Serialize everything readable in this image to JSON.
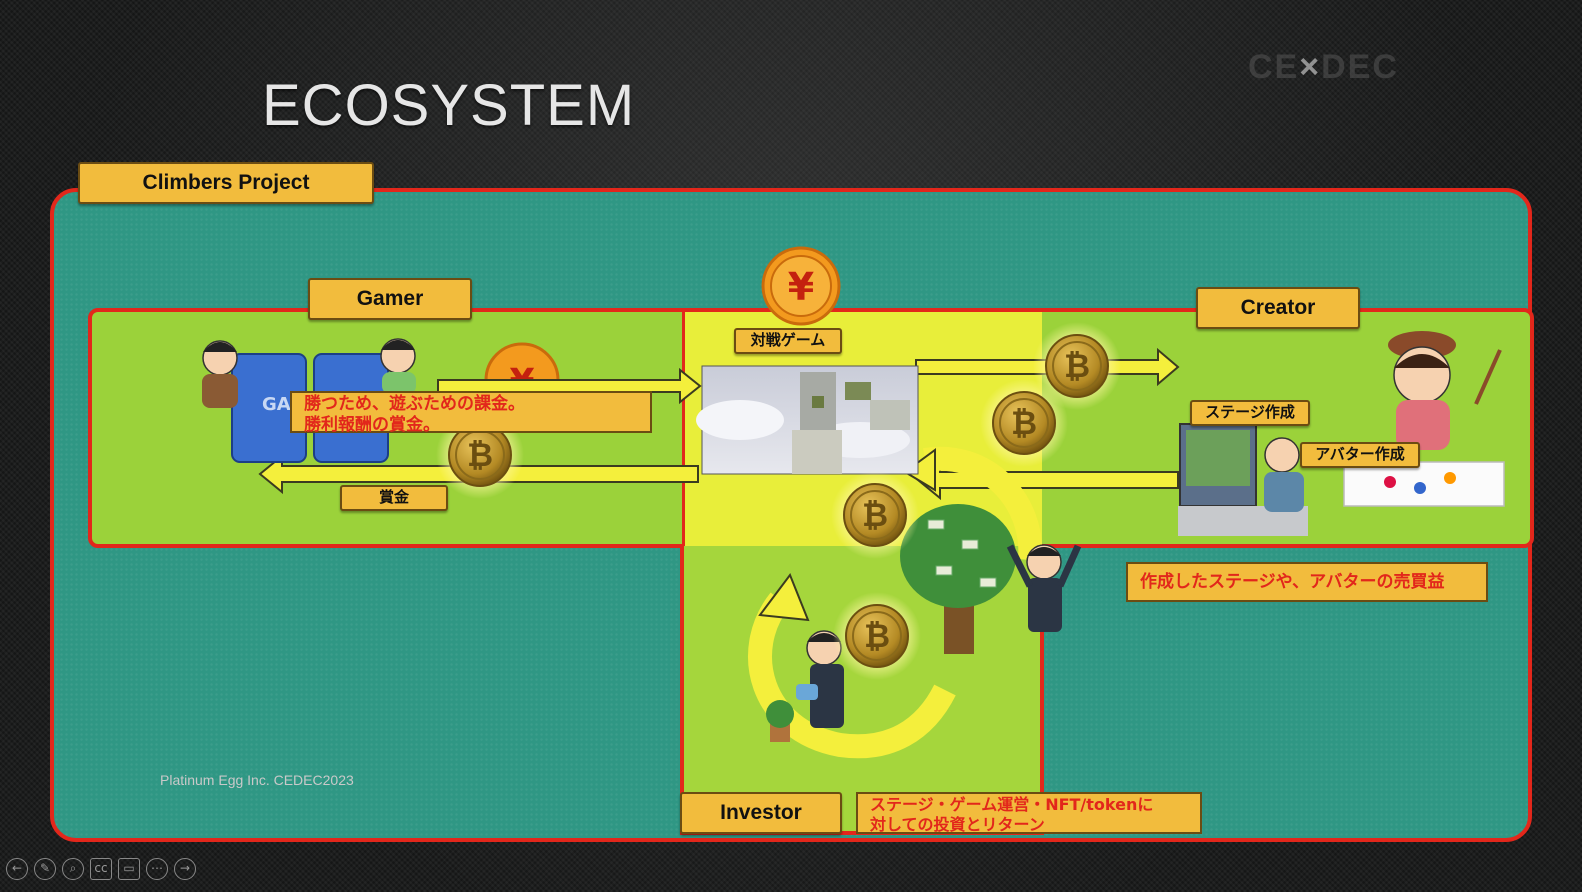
{
  "slide": {
    "title": "ECOSYSTEM",
    "logo": {
      "left": "CE",
      "x": "×",
      "right": "DEC"
    },
    "credit": "Platinum Egg Inc. CEDEC2023"
  },
  "labels": {
    "project": "Climbers Project",
    "gamer": "Gamer",
    "creator": "Creator",
    "investor": "Investor",
    "battle_game": "対戦ゲーム",
    "prize": "賞金",
    "stage_creation": "ステージ作成",
    "avatar_creation": "アバター作成"
  },
  "notes": {
    "gamer": "勝つため、遊ぶための課金。\n勝利報酬の賞金。",
    "creator": "作成したステージや、アバターの売買益",
    "investor": "ステージ・ゲーム運営・NFT/tokenに\n対しての投資とリターン"
  },
  "icons": {
    "yen_coin": "yen-coin-icon",
    "bitcoin": "bitcoin-coin-icon",
    "arcade": "arcade-machine-icon",
    "money_tree": "money-tree-icon"
  },
  "colors": {
    "frame_red": "#e2271b",
    "teal": "#2f9784",
    "green": "#9bd23a",
    "yellow": "#e8ee3a",
    "label_gold": "#f2bc3d",
    "arrow_yellow": "#f4ef3c"
  },
  "toolbar": {
    "prev": "←",
    "pen": "✎",
    "zoom": "⌕",
    "captions": "cc",
    "camera": "▭",
    "more": "⋯",
    "next": "→"
  }
}
